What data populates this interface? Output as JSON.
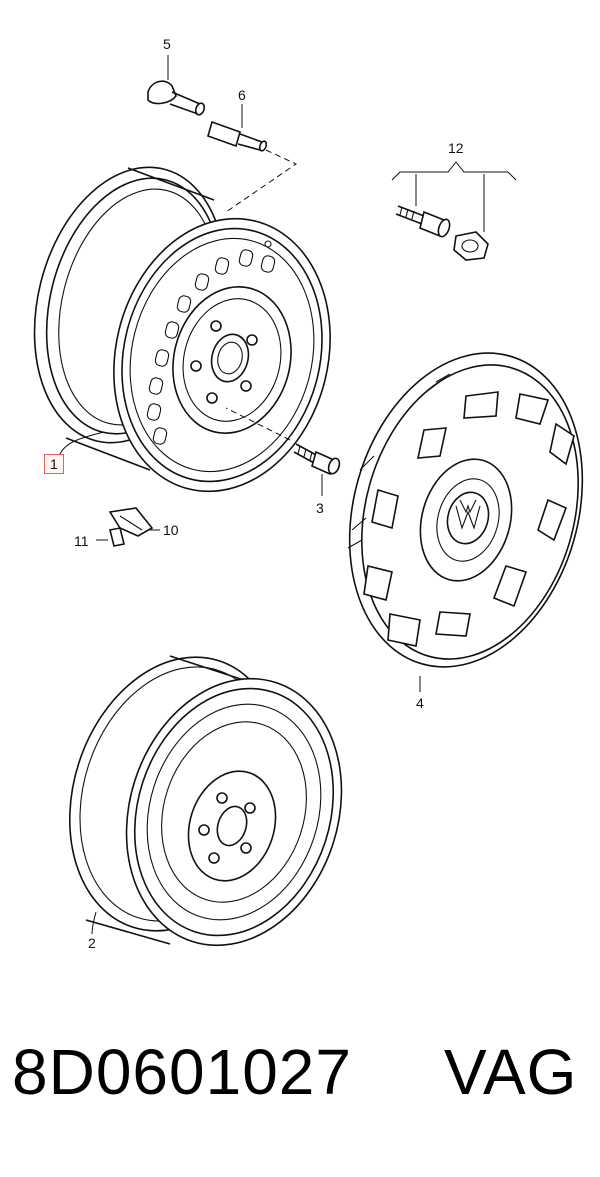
{
  "diagram": {
    "callouts": {
      "c1": "1",
      "c2": "2",
      "c3": "3",
      "c4": "4",
      "c5": "5",
      "c6": "6",
      "c10": "10",
      "c11": "11",
      "c12": "12"
    }
  },
  "footer": {
    "part_number": "8D0601027",
    "brand": "VAG"
  }
}
